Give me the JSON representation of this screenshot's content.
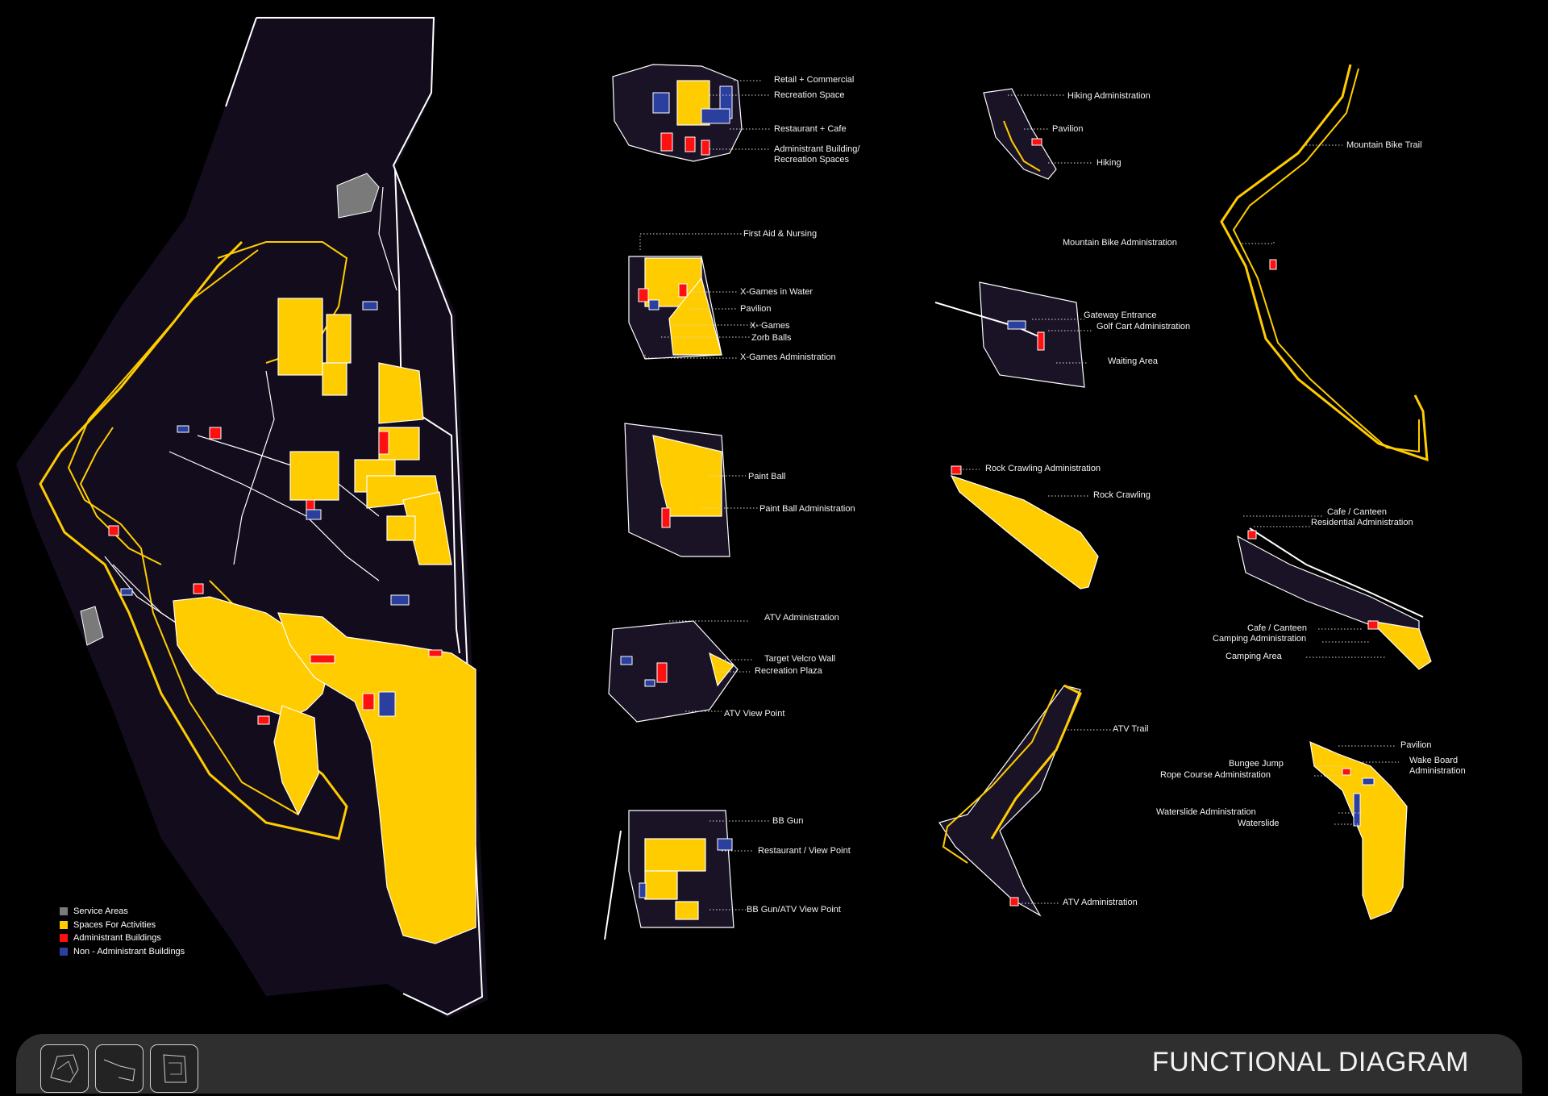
{
  "title": "FUNCTIONAL DIAGRAM",
  "colors": {
    "background": "#000000",
    "activity": "#ffcc00",
    "admin": "#ff0000",
    "non_admin": "#2a3f9e",
    "service": "#808080",
    "path": "#ffffff",
    "ground": "#120c1c"
  },
  "legend": [
    {
      "label": "Service Areas",
      "color": "#808080"
    },
    {
      "label": "Spaces For Activities",
      "color": "#ffcc00"
    },
    {
      "label": "Administrant Buildings",
      "color": "#ff0000"
    },
    {
      "label": "Non - Administrant Buildings",
      "color": "#2a3f9e"
    }
  ],
  "diagrams": {
    "retail": {
      "labels": [
        "Retail + Commercial",
        "Recreation Space",
        "Restaurant + Cafe",
        "Administrant Building/",
        "Recreation Spaces"
      ]
    },
    "xgames": {
      "labels": [
        "First Aid & Nursing",
        "X-Games in Water",
        "Pavilion",
        "X- Games",
        "Zorb Balls",
        "X-Games Administration"
      ]
    },
    "paintball": {
      "labels": [
        "Paint Ball",
        "Paint Ball Administration"
      ]
    },
    "atv": {
      "labels": [
        "ATV Administration",
        "Target Velcro Wall",
        "Recreation Plaza",
        "ATV View Point"
      ]
    },
    "bbgun": {
      "labels": [
        "BB Gun",
        "Restaurant / View Point",
        "BB Gun/ATV View Point"
      ]
    },
    "hiking": {
      "labels": [
        "Hiking Administration",
        "Pavilion",
        "Hiking"
      ]
    },
    "gateway": {
      "labels": [
        "Gateway Entrance",
        "Golf Cart Administration",
        "Waiting Area"
      ]
    },
    "rock": {
      "labels": [
        "Rock Crawling Administration",
        "Rock Crawling"
      ]
    },
    "atvtrail": {
      "labels": [
        "ATV Trail",
        "ATV Administration"
      ]
    },
    "bike": {
      "labels": [
        "Mountain Bike Trail",
        "Mountain Bike Administration"
      ]
    },
    "camping": {
      "labels": [
        "Cafe / Canteen",
        "Residential Administration",
        "Cafe / Canteen",
        "Camping Administration",
        "Camping Area"
      ]
    },
    "water": {
      "labels": [
        "Pavilion",
        "Wake Board",
        "Administration",
        "Bungee Jump",
        "Rope Course Administration",
        "Waterslide Administration",
        "Waterslide"
      ]
    }
  },
  "footer": {
    "thumbnails": [
      "map-thumbnail",
      "gateway-thumbnail",
      "bbgun-thumbnail"
    ]
  }
}
